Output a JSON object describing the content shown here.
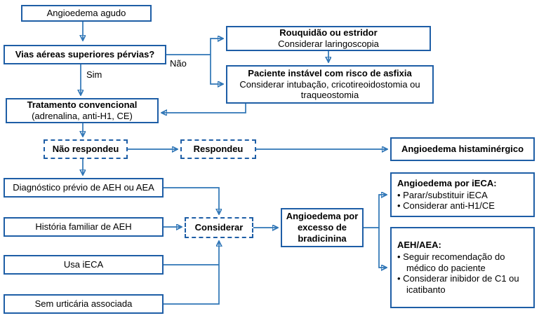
{
  "colors": {
    "box-border": "#1e5ea6",
    "arrow": "#2e75b6",
    "text": "#000000",
    "bg": "#ffffff"
  },
  "labels": {
    "nao": "Não",
    "sim": "Sim"
  },
  "nodes": {
    "start": {
      "label": "Angioedema agudo"
    },
    "airway": {
      "label": "Vias aéreas superiores pérvias?"
    },
    "hoarseness": {
      "title": "Rouquidão ou estridor",
      "subtitle": "Considerar laringoscopia"
    },
    "unstable": {
      "title": "Paciente instável com risco de asfixia",
      "subtitle": "Considerar intubação, cricotireoidostomia ou traqueostomia"
    },
    "treatment": {
      "title": "Tratamento convencional",
      "subtitle": "(adrenalina, anti-H1, CE)"
    },
    "not_responded": {
      "label": "Não respondeu"
    },
    "responded": {
      "label": "Respondeu"
    },
    "histaminergic": {
      "label": "Angioedema histaminérgico"
    },
    "prior_dx": {
      "label": "Diagnóstico prévio de AEH ou AEA"
    },
    "family_hx": {
      "label": "História familiar de AEH"
    },
    "uses_ieca": {
      "label": "Usa iECA"
    },
    "no_urticaria": {
      "label": "Sem urticária associada"
    },
    "consider": {
      "label": "Considerar"
    },
    "bradykinin": {
      "label": "Angioedema por excesso de bradicinina"
    },
    "ieca_angioedema": {
      "title": "Angioedema por iECA:",
      "bullets": [
        "• Parar/substituir iECA",
        "• Considerar anti-H1/CE"
      ]
    },
    "aeh_aea": {
      "title": "AEH/AEA:",
      "bullets": [
        "• Seguir recomendação do médico do paciente",
        "• Considerar inibidor de C1 ou icatibanto"
      ]
    }
  }
}
